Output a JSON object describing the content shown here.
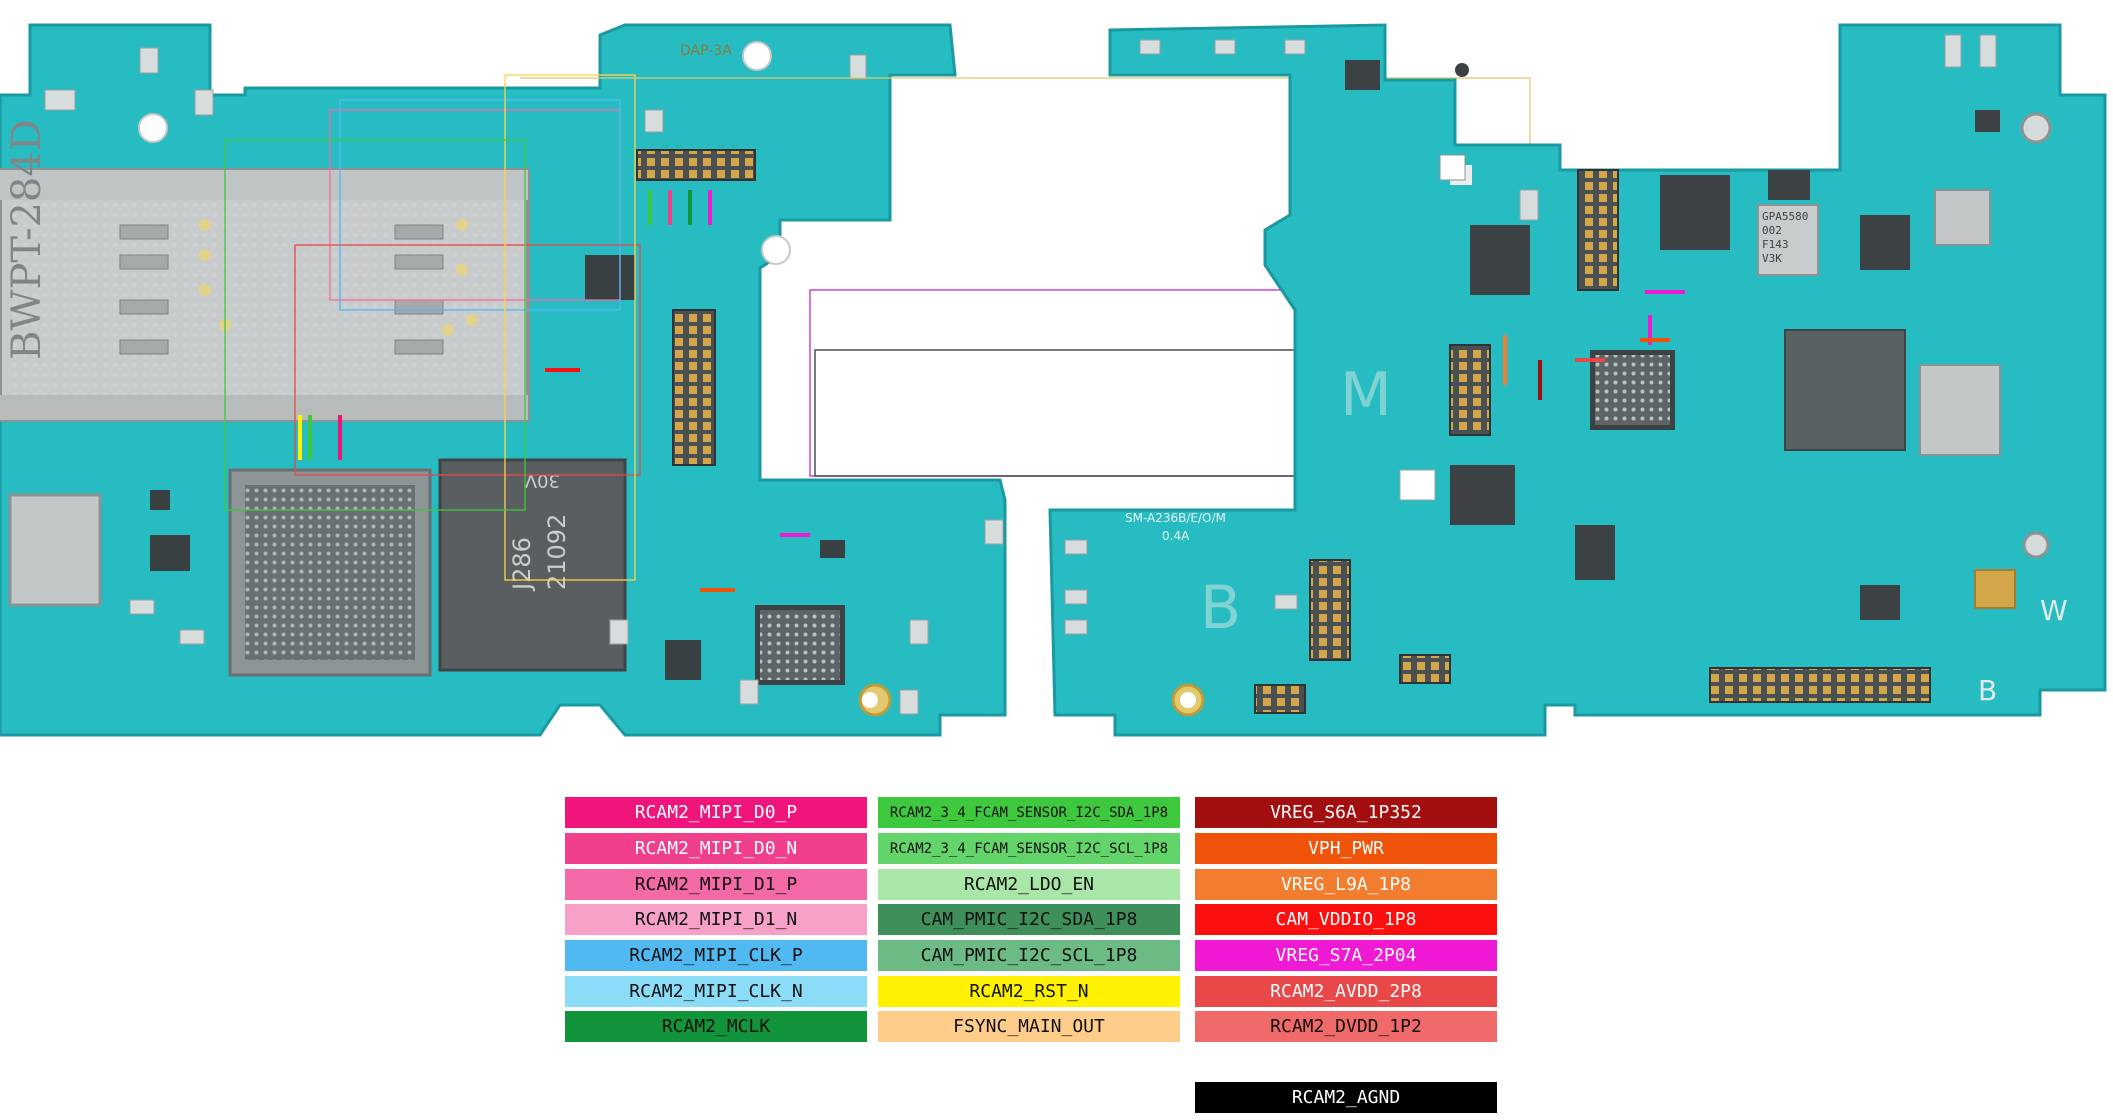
{
  "board": {
    "left_label_1": "BWPT-284D",
    "left_label_2": "30V",
    "left_label_3": "21092",
    "left_label_4": "J286",
    "flex_label": "DAP-3A",
    "model_label": "SM-A236B/E/O/M",
    "rev_label": "0.4A",
    "letter_m": "M",
    "letter_b": "B",
    "letter_w": "W",
    "letter_b2": "B",
    "chip_label_1": "GPA5580",
    "chip_label_2": "002",
    "chip_label_3": "F143",
    "chip_label_4": "V3K"
  },
  "legend": [
    {
      "label": "RCAM2_MIPI_D0_P",
      "bg": "#f0157a",
      "fg": "#ffffff"
    },
    {
      "label": "RCAM2_MIPI_D0_N",
      "bg": "#f0408c",
      "fg": "#ffffff"
    },
    {
      "label": "RCAM2_MIPI_D1_P",
      "bg": "#f36aa6",
      "fg": "#111111"
    },
    {
      "label": "RCAM2_MIPI_D1_N",
      "bg": "#f7a1c9",
      "fg": "#111111"
    },
    {
      "label": "RCAM2_MIPI_CLK_P",
      "bg": "#50b9f2",
      "fg": "#111111"
    },
    {
      "label": "RCAM2_MIPI_CLK_N",
      "bg": "#8adcf7",
      "fg": "#111111"
    },
    {
      "label": "RCAM2_MCLK",
      "bg": "#12953a",
      "fg": "#111111"
    },
    {
      "label": "RCAM2_3_4_FCAM_SENSOR_I2C_SDA_1P8",
      "bg": "#3ec83e",
      "fg": "#111111"
    },
    {
      "label": "RCAM2_3_4_FCAM_SENSOR_I2C_SCL_1P8",
      "bg": "#63d46a",
      "fg": "#111111"
    },
    {
      "label": "RCAM2_LDO_EN",
      "bg": "#a9e7a9",
      "fg": "#111111"
    },
    {
      "label": "CAM_PMIC_I2C_SDA_1P8",
      "bg": "#3e8f5a",
      "fg": "#111111"
    },
    {
      "label": "CAM_PMIC_I2C_SCL_1P8",
      "bg": "#6cbb85",
      "fg": "#111111"
    },
    {
      "label": "RCAM2_RST_N",
      "bg": "#fff200",
      "fg": "#111111"
    },
    {
      "label": "FSYNC_MAIN_OUT",
      "bg": "#ffcd8a",
      "fg": "#111111"
    },
    {
      "label": "VREG_S6A_1P352",
      "bg": "#a30f0f",
      "fg": "#ffffff"
    },
    {
      "label": "VPH_PWR",
      "bg": "#f0530a",
      "fg": "#ffffff"
    },
    {
      "label": "VREG_L9A_1P8",
      "bg": "#f27d2e",
      "fg": "#ffffff"
    },
    {
      "label": "CAM_VDDIO_1P8",
      "bg": "#fb0f0f",
      "fg": "#ffffff"
    },
    {
      "label": "VREG_S7A_2P04",
      "bg": "#f01ad5",
      "fg": "#ffffff"
    },
    {
      "label": "RCAM2_AVDD_2P8",
      "bg": "#e84848",
      "fg": "#ffffff"
    },
    {
      "label": "RCAM2_DVDD_1P2",
      "bg": "#f06a6a",
      "fg": "#111111"
    },
    {
      "label": "RCAM2_AGND",
      "bg": "#000000",
      "fg": "#ffffff"
    }
  ]
}
